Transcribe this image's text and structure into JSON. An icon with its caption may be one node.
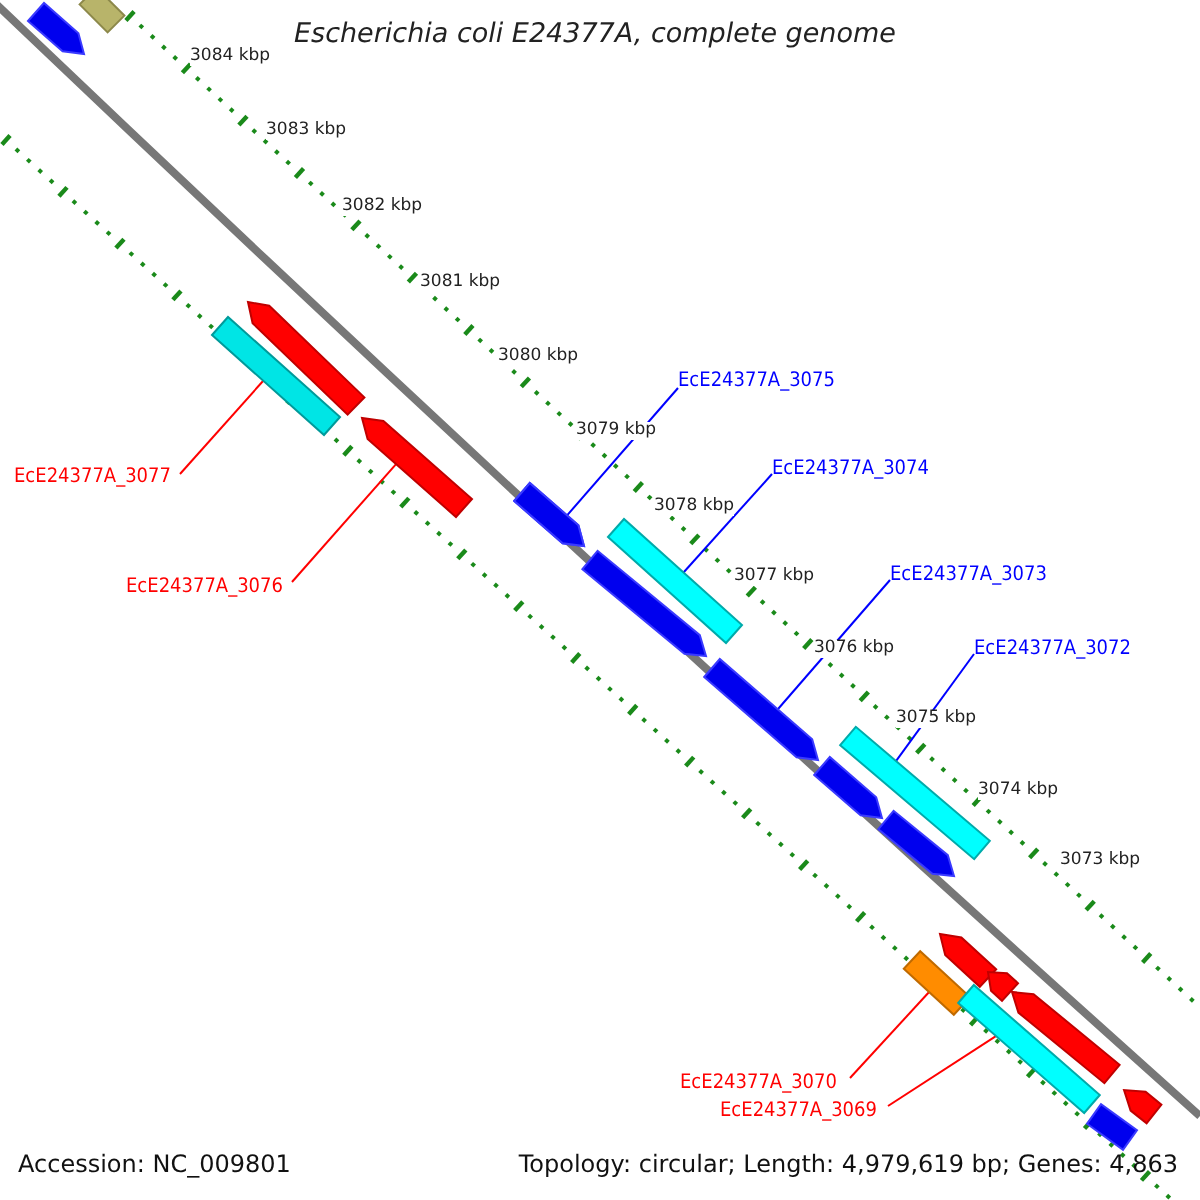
{
  "diagram": {
    "title": "Escherichia coli E24377A, complete genome",
    "nodes": [
      {
        "text": [
          "EcE24377A_3077"
        ]
      },
      {
        "text": [],
        "shape": "bar"
      },
      {
        "text": [
          "EcE24377A_3076"
        ]
      },
      {
        "text": [],
        "shape": "bar"
      },
      {
        "text": [
          "EcE24377A_3075"
        ]
      },
      {
        "text": [],
        "shape": "bar"
      },
      {
        "text": [
          "EcE24377A_3074"
        ]
      },
      {
        "text": [],
        "shape": "bar"
      },
      {
        "text": [
          "EcE24377A_3073"
        ]
      },
      {
        "text": [],
        "shape": "bar"
      },
      {
        "text": [
          "EcE24377A_3072"
        ]
      },
      {
        "text": [],
        "shape": "bar"
      },
      {
        "text": [
          "EcE24377A_3070"
        ]
      },
      {
        "text": [],
        "shape": "bar"
      },
      {
        "text": [
          "EcE24377A_3069"
        ]
      },
      {
        "text": [],
        "shape": "bar"
      }
    ],
    "edges": [
      {
        "from": 0,
        "to": 1,
        "arrow": "none",
        "color": "#ff0000"
      },
      {
        "from": 2,
        "to": 3,
        "arrow": "none",
        "color": "#ff0000"
      },
      {
        "from": 4,
        "to": 5,
        "arrow": "none",
        "color": "#0000ff"
      },
      {
        "from": 6,
        "to": 7,
        "arrow": "none",
        "color": "#0000ff"
      },
      {
        "from": 8,
        "to": 9,
        "arrow": "none",
        "color": "#0000ff"
      },
      {
        "from": 10,
        "to": 11,
        "arrow": "none",
        "color": "#0000ff"
      },
      {
        "from": 12,
        "to": 13,
        "arrow": "none",
        "color": "#ff0000"
      },
      {
        "from": 14,
        "to": 15,
        "arrow": "none",
        "color": "#ff0000"
      }
    ],
    "labels": [
      "3084 kbp",
      "3083 kbp",
      "3082 kbp",
      "3081 kbp",
      "3080 kbp",
      "3079 kbp",
      "3078 kbp",
      "3077 kbp",
      "3076 kbp",
      "3075 kbp",
      "3074 kbp",
      "3073 kbp",
      "Accession: NC_009801",
      "Topology: circular; Length: 4,979,619 bp; Genes: 4,863"
    ]
  }
}
